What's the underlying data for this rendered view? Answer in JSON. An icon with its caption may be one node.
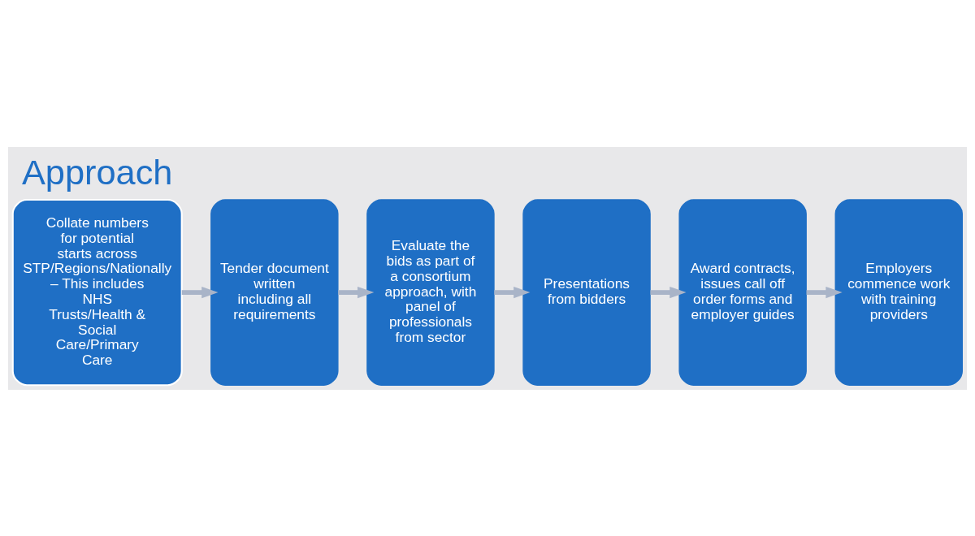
{
  "diagram": {
    "title": "Approach",
    "nodes": [
      {
        "text": [
          "Collate numbers for potential starts across STP/Regions/Nationally – This includes NHS Trusts/Health & Social Care/Primary Care"
        ]
      },
      {
        "text": [
          "Tender document written including all requirements"
        ]
      },
      {
        "text": [
          "Evaluate the bids as part of a consortium approach, with panel of professionals from sector"
        ]
      },
      {
        "text": [
          "Presentations from bidders"
        ]
      },
      {
        "text": [
          "Award contracts, issues call off order forms and employer guides"
        ]
      },
      {
        "text": [
          "Employers commence work with training providers"
        ]
      }
    ],
    "edges": [
      {
        "from": 0,
        "to": 1,
        "arrow": "to"
      },
      {
        "from": 1,
        "to": 2,
        "arrow": "to"
      },
      {
        "from": 2,
        "to": 3,
        "arrow": "to"
      },
      {
        "from": 3,
        "to": 4,
        "arrow": "to"
      },
      {
        "from": 4,
        "to": 5,
        "arrow": "to"
      }
    ]
  }
}
